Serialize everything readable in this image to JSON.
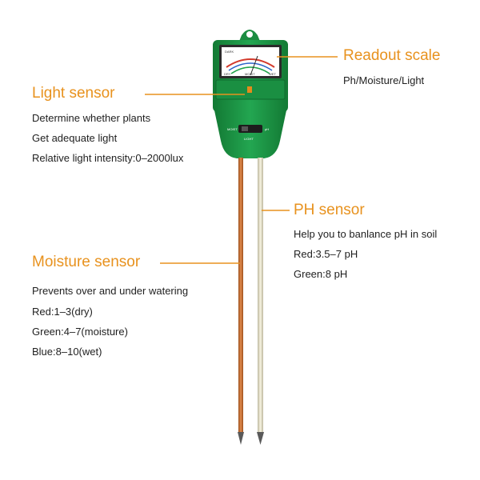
{
  "readout": {
    "title": "Readout scale",
    "desc": "Ph/Moisture/Light"
  },
  "light": {
    "title": "Light sensor",
    "lines": [
      "Determine whether plants",
      "Get adequate light",
      "Relative light intensity:0–2000lux"
    ]
  },
  "ph": {
    "title": "PH sensor",
    "lines": [
      "Help you to banlance pH in soil",
      "Red:3.5–7 pH",
      "Green:8 pH"
    ]
  },
  "moisture": {
    "title": "Moisture sensor",
    "lines": [
      "Prevents over and under watering",
      "Red:1–3(dry)",
      "Green:4–7(moisture)",
      "Blue:8–10(wet)"
    ]
  },
  "meter": {
    "dial_top_left": "DARK",
    "dial_bottom_left": "DRY",
    "dial_bottom_mid": "MOIST",
    "dial_bottom_right": "WET",
    "switch_left": "MOIST",
    "switch_right": "pH",
    "switch_bottom": "LIGHT"
  },
  "colors": {
    "accent": "#e8921e",
    "body_green": "#1f9a4a",
    "dark_green": "#157a36",
    "copper_probe": "#c46a2e",
    "white_probe": "#e9e4cc"
  }
}
